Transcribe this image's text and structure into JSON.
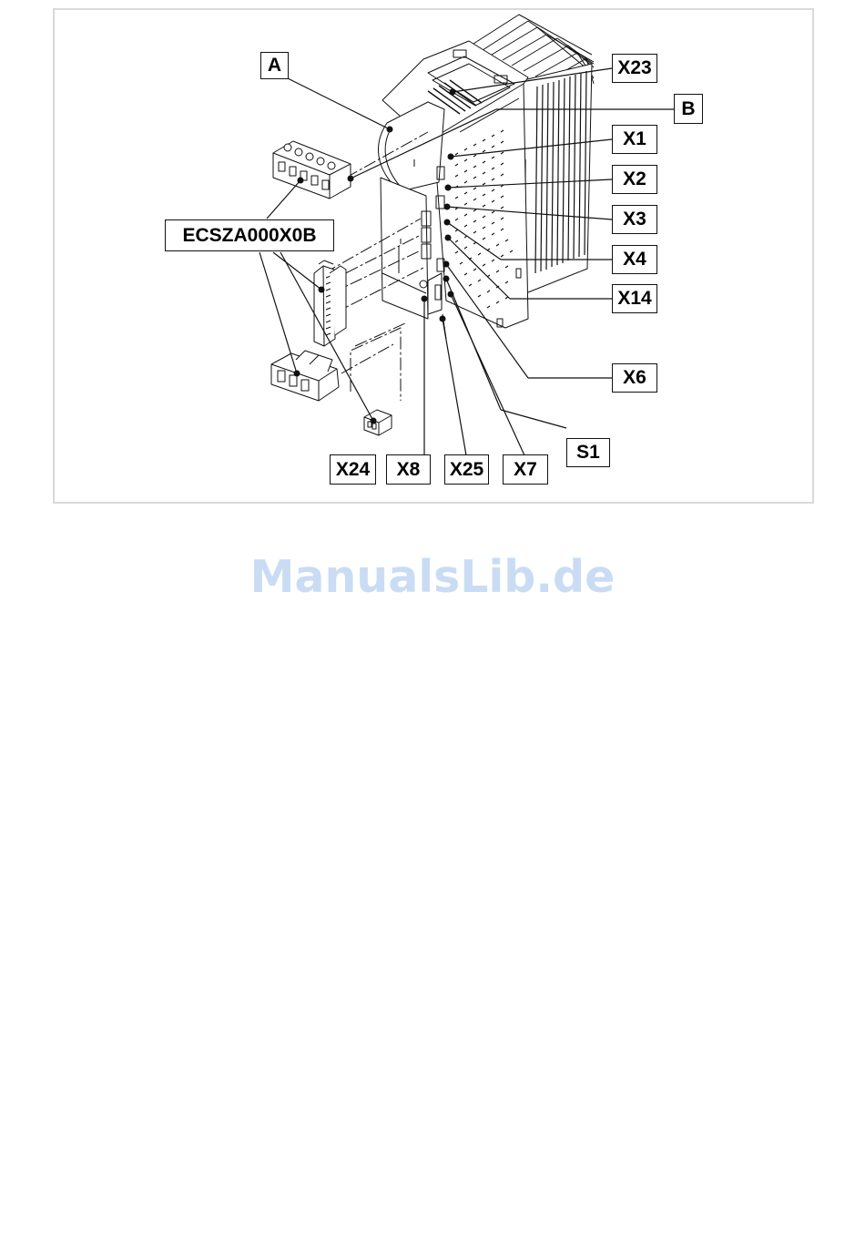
{
  "figure": {
    "callouts": {
      "A": "A",
      "X23": "X23",
      "B": "B",
      "X1": "X1",
      "X2": "X2",
      "X3": "X3",
      "X4": "X4",
      "X14": "X14",
      "X6": "X6",
      "S1": "S1",
      "accessory": "ECSZA000X0B",
      "X24": "X24",
      "X8": "X8",
      "X25": "X25",
      "X7": "X7"
    }
  },
  "watermark": "ManualsLib.de",
  "colors": {
    "line": "#111111",
    "frame": "#d9d9d9",
    "watermark": "#c9dcf4"
  }
}
